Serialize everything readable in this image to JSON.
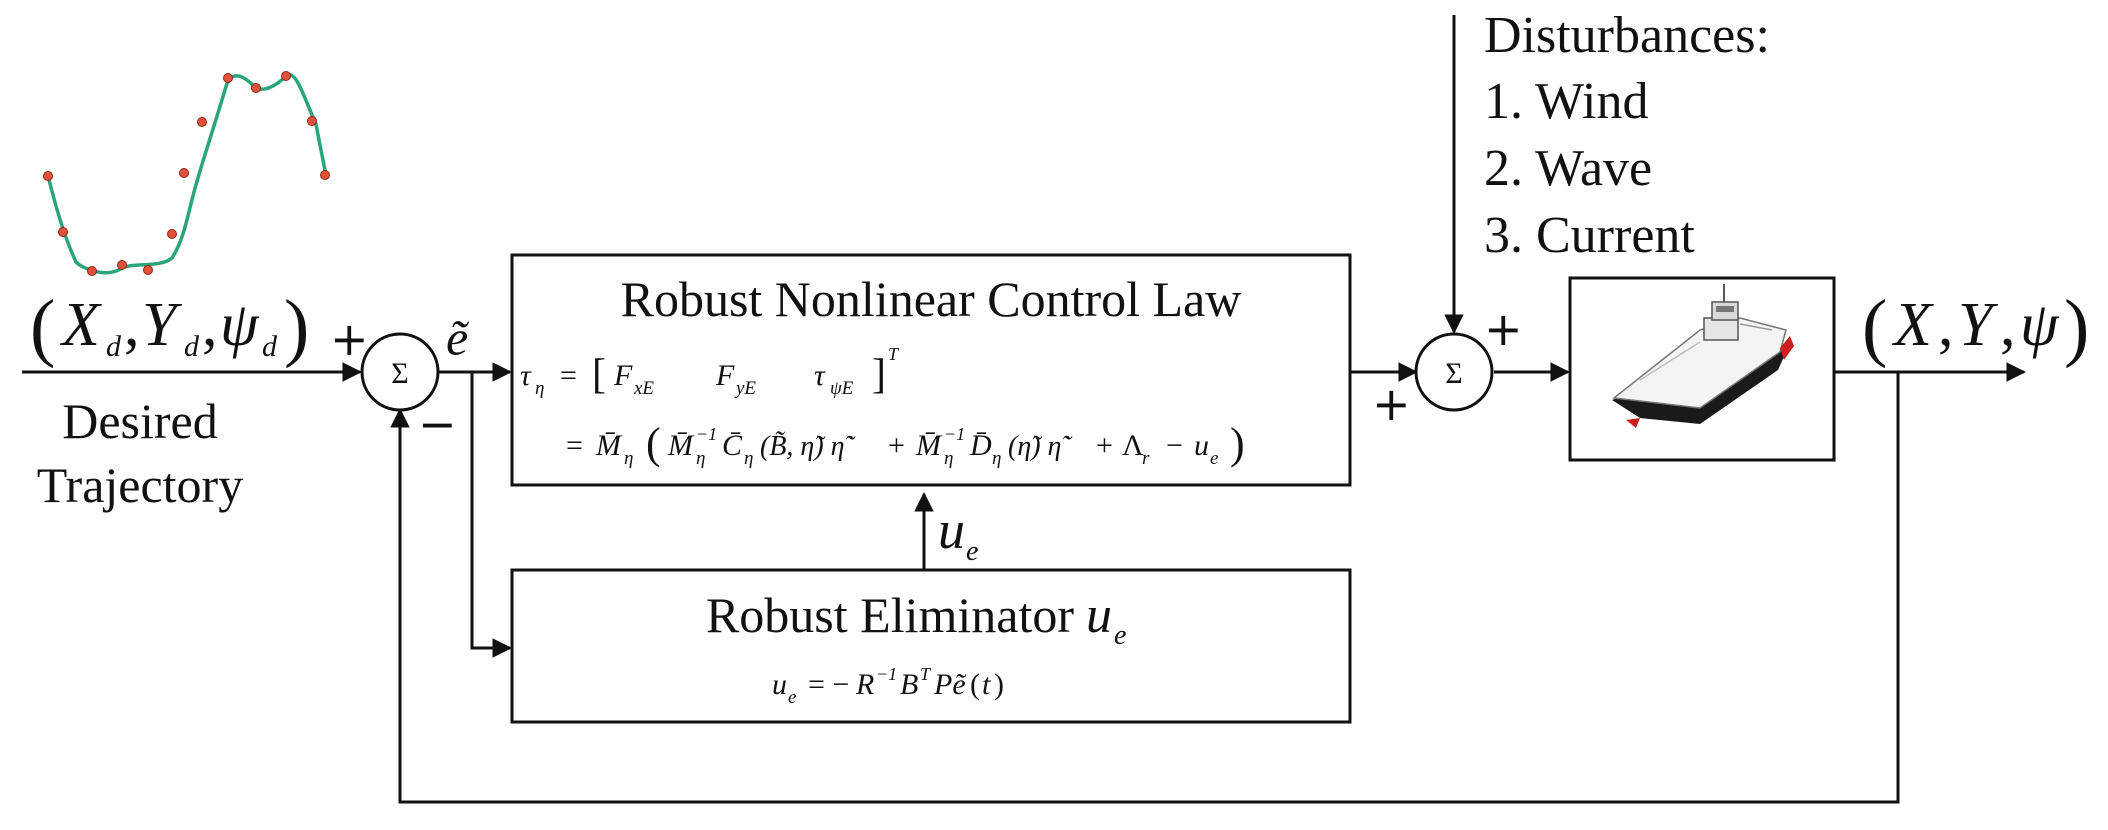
{
  "desired": {
    "tuple": "(X_d, Y_d, ψ_d)",
    "caption_line1": "Desired",
    "caption_line2": "Trajectory"
  },
  "sum_symbol": "Σ",
  "signs": {
    "plus": "+",
    "minus": "−"
  },
  "error_signal": "ẽ",
  "control_block": {
    "title": "Robust Nonlinear Control Law",
    "eq_line1": "τ_η = [ F_xE   F_yE   τ_ψE ]^T",
    "eq_line2": "= M̄_η ( M̄_η⁻¹ C̄_η(B̃, η̃) η̃̇ + M̄_η⁻¹ D̄_η(η̃) η̃̇ + Λ_r − u_e )"
  },
  "eliminator_signal": "u_e",
  "eliminator_block": {
    "title": "Robust Eliminator",
    "title_symbol": "u_e",
    "equation": "u_e = −R⁻¹BᵀP ẽ(t)"
  },
  "disturbances": {
    "heading": "Disturbances:",
    "items": [
      "1. Wind",
      "2. Wave",
      "3. Current"
    ]
  },
  "output": {
    "tuple": "(X, Y, ψ)"
  },
  "colors": {
    "line": "#111111",
    "trajectory_curve": "#2aa57a",
    "trajectory_points": "#e0503a",
    "ship_hull": "#1a1a1a",
    "ship_deck": "#f4f4f4",
    "ship_accent": "#cc1e1e"
  },
  "icons": {
    "plant": "ship-icon",
    "trajectory": "trajectory-curve-icon"
  }
}
